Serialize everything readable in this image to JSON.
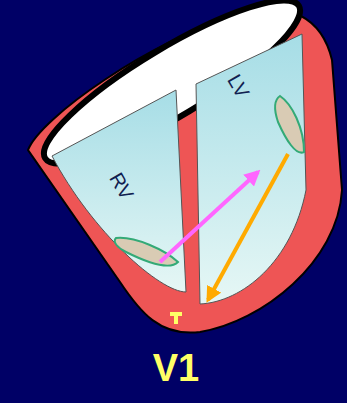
{
  "diagram": {
    "labels": [
      "RV",
      "LV",
      "V1"
    ]
  }
}
